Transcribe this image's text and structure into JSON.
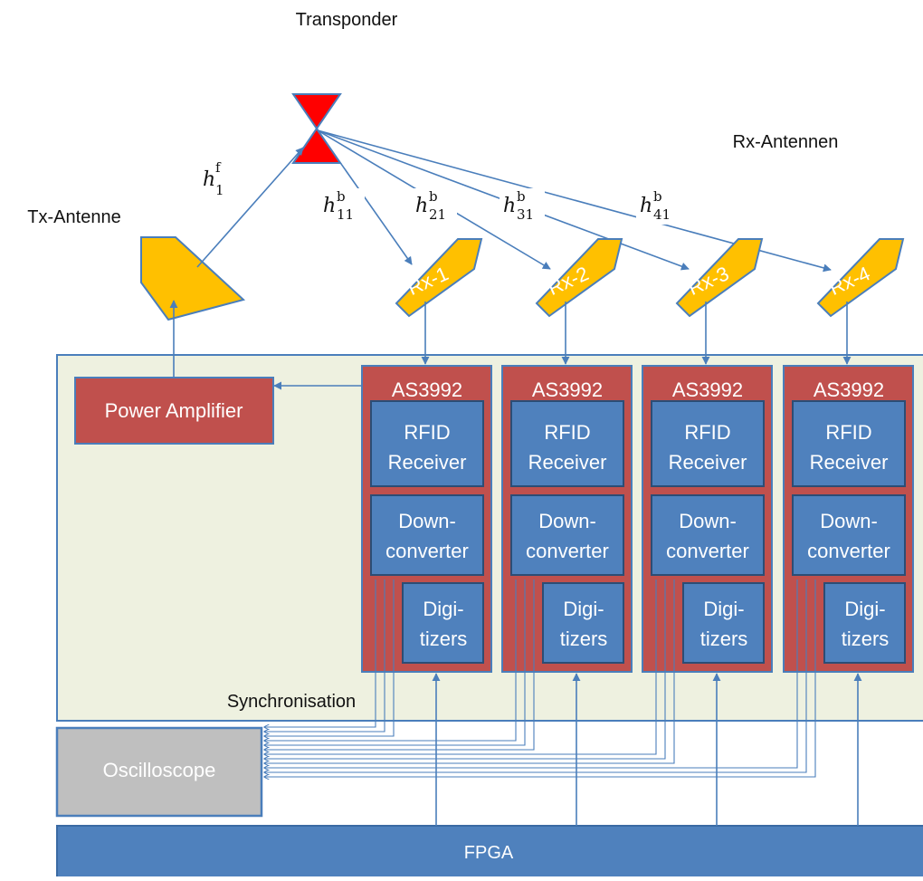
{
  "labels": {
    "transponder": "Transponder",
    "rx_antennen": "Rx-Antennen",
    "tx_antenne": "Tx-Antenne",
    "synchronisation": "Synchronisation"
  },
  "channels": {
    "h1f": {
      "base": "h",
      "sup": "f",
      "sub": "1"
    },
    "h11b": {
      "base": "h",
      "sup": "b",
      "sub": "11"
    },
    "h21b": {
      "base": "h",
      "sup": "b",
      "sub": "21"
    },
    "h31b": {
      "base": "h",
      "sup": "b",
      "sub": "31"
    },
    "h41b": {
      "base": "h",
      "sup": "b",
      "sub": "41"
    }
  },
  "rx_antennas": [
    "Rx-1",
    "Rx-2",
    "Rx-3",
    "Rx-4"
  ],
  "power_amplifier": "Power Amplifier",
  "modules": [
    {
      "chip": "AS3992",
      "receiver": [
        "RFID",
        "Receiver"
      ],
      "downconverter": [
        "Down-",
        "converter"
      ],
      "digitizers": [
        "Digi-",
        "tizers"
      ]
    },
    {
      "chip": "AS3992",
      "receiver": [
        "RFID",
        "Receiver"
      ],
      "downconverter": [
        "Down-",
        "converter"
      ],
      "digitizers": [
        "Digi-",
        "tizers"
      ]
    },
    {
      "chip": "AS3992",
      "receiver": [
        "RFID",
        "Receiver"
      ],
      "downconverter": [
        "Down-",
        "converter"
      ],
      "digitizers": [
        "Digi-",
        "tizers"
      ]
    },
    {
      "chip": "AS3992",
      "receiver": [
        "RFID",
        "Receiver"
      ],
      "downconverter": [
        "Down-",
        "converter"
      ],
      "digitizers": [
        "Digi-",
        "tizers"
      ]
    }
  ],
  "oscilloscope": "Oscilloscope",
  "fpga": "FPGA",
  "colors": {
    "panel_fill": "#eef1e0",
    "red_block": "#c0504d",
    "blue_block": "#4f81bd",
    "antenna": "#ffc000",
    "transponder": "#ff0000",
    "gray_block": "#bfbfbf",
    "line": "#4a7ebb"
  }
}
